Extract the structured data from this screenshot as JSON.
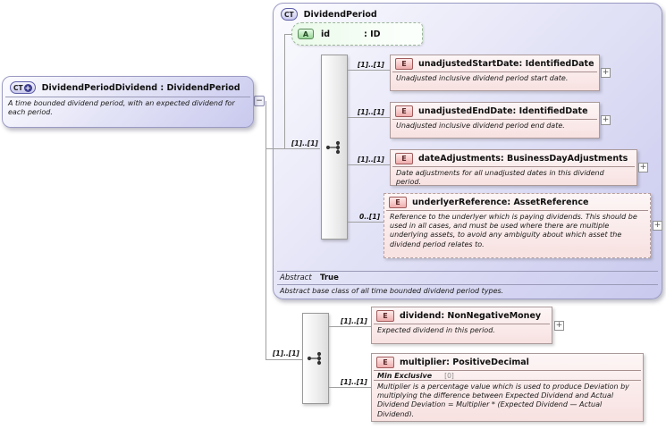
{
  "ui": {
    "plus": "+",
    "minus": "−"
  },
  "root_box": {
    "icon": "CT",
    "name": "DividendPeriodDividend",
    "type": " : DividendPeriod",
    "annotation": "A time bounded dividend period, with an expected dividend for each period."
  },
  "dividend_period": {
    "icon": "CT",
    "name": "DividendPeriod",
    "attribute": {
      "icon": "A",
      "name": "id",
      "type": ": ID"
    },
    "sequence_cardinality": "[1]..[1]",
    "elements": [
      {
        "icon": "E",
        "name": "unadjustedStartDate",
        "type": " : IdentifiedDate",
        "cardinality": "[1]..[1]",
        "annotation": "Unadjusted inclusive dividend period start date."
      },
      {
        "icon": "E",
        "name": "unadjustedEndDate",
        "type": " : IdentifiedDate",
        "cardinality": "[1]..[1]",
        "annotation": "Unadjusted inclusive dividend period end date."
      },
      {
        "icon": "E",
        "name": "dateAdjustments",
        "type": " : BusinessDayAdjustments",
        "cardinality": "[1]..[1]",
        "annotation": "Date adjustments for all unadjusted dates in this dividend period."
      },
      {
        "icon": "E",
        "name": "underlyerReference",
        "type": " : AssetReference",
        "cardinality": "0..[1]",
        "annotation": "Reference to the underlyer which is paying dividends. This should be used in all cases, and must be used where there are multiple underlying assets, to avoid any ambiguity about which asset the dividend period relates to."
      }
    ],
    "abstract": {
      "label": "Abstract",
      "value": "True"
    },
    "annotation": "Abstract base class of all time bounded dividend period types."
  },
  "extension_sequence": {
    "cardinality": "[1]..[1]",
    "elements": [
      {
        "icon": "E",
        "name": "dividend",
        "type": " : NonNegativeMoney",
        "cardinality": "[1]..[1]",
        "annotation": "Expected dividend in this period."
      },
      {
        "icon": "E",
        "name": "multiplier",
        "type": " : PositiveDecimal",
        "cardinality": "[1]..[1]",
        "facet_label": "Min Exclusive",
        "facet_value": "[0]",
        "annotation": "Multiplier is a percentage value which is used to produce Deviation by multiplying the difference between Expected Dividend and Actual Dividend Deviation = Multiplier * (Expected Dividend — Actual Dividend)."
      }
    ]
  }
}
